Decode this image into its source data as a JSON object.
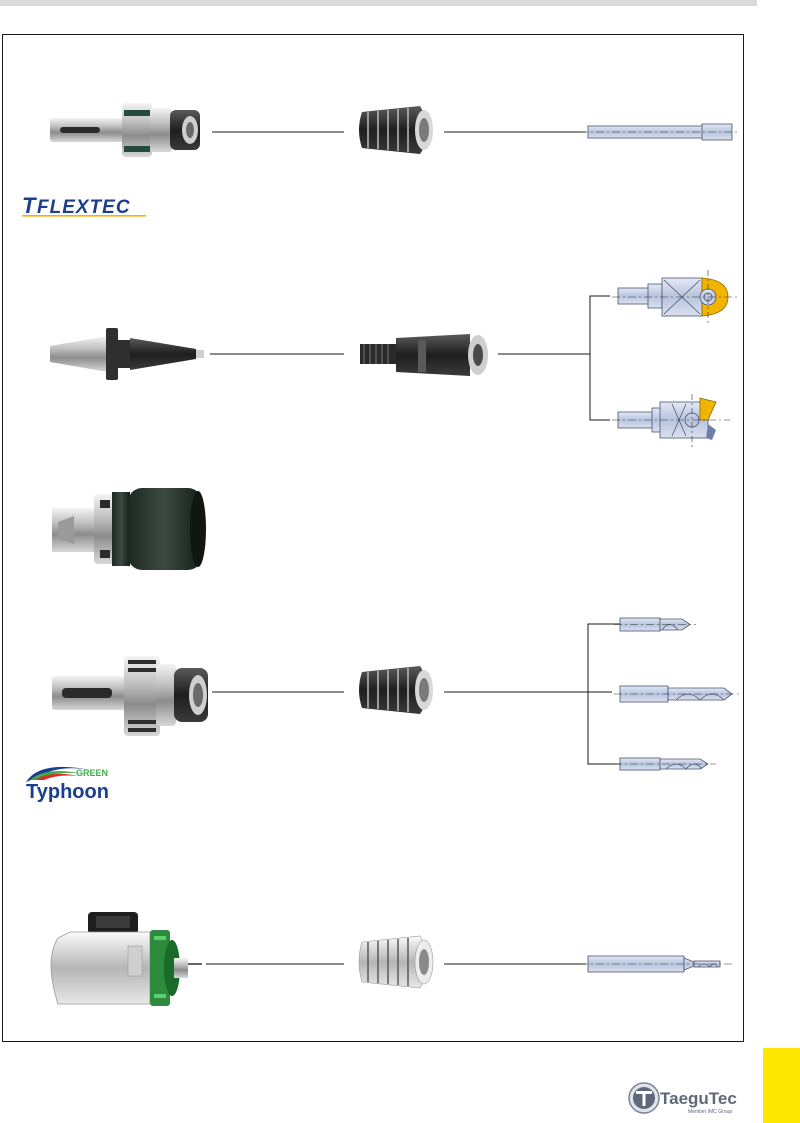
{
  "logos": {
    "tflextec": {
      "prefix": "T",
      "main": "FLEXTEC"
    },
    "typhoon": {
      "small": "GREEN",
      "main": "Typhoon"
    },
    "taegutec": {
      "main": "TaeguTec",
      "sub": "Member IMC Group"
    }
  },
  "colors": {
    "accent_yellow": "#fde600",
    "tool_blue": "#c9d3e8",
    "logo_blue": "#1b3f8c",
    "logo_green": "#3fae49",
    "insert_gold": "#f2b400"
  }
}
